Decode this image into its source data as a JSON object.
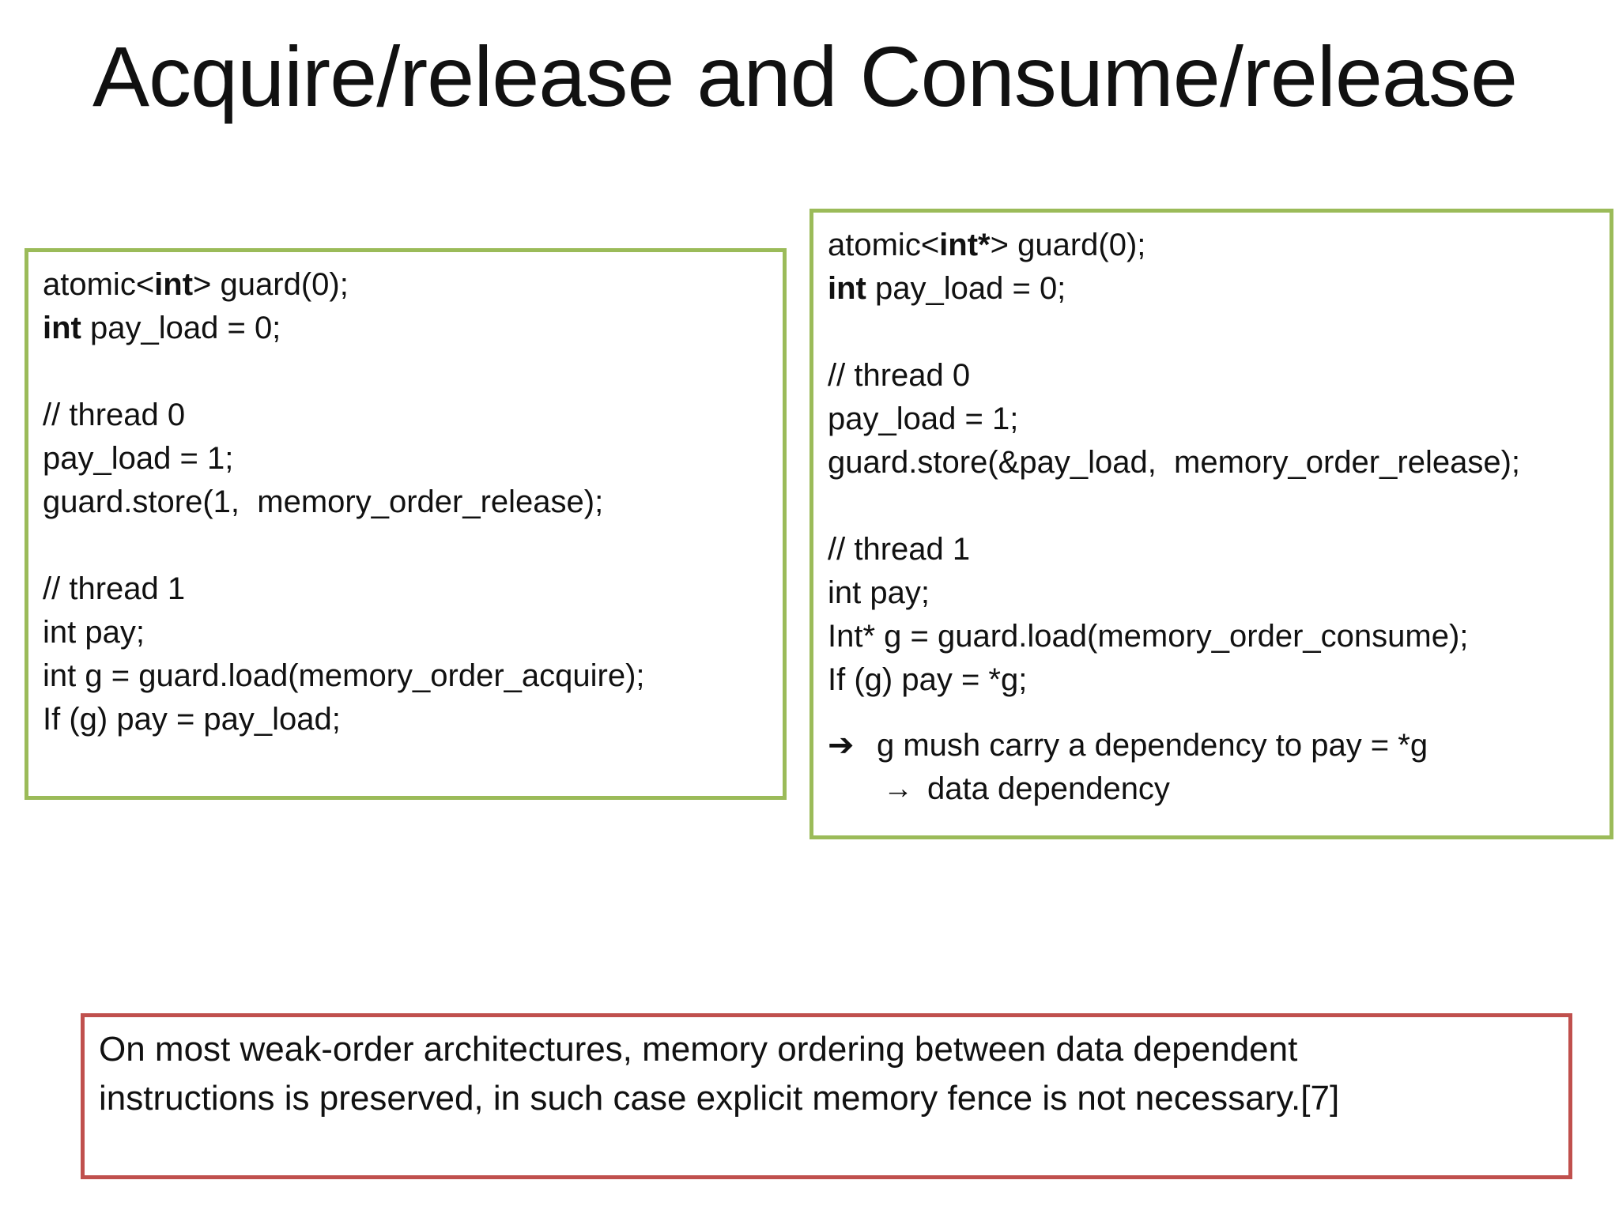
{
  "title": "Acquire/release and Consume/release",
  "left_box": {
    "line1_prefix": "atomic<",
    "line1_kw": "int",
    "line1_suffix": "> guard(0);",
    "line2_kw": "int",
    "line2_rest": " pay_load = 0;",
    "comment_thread0": "// thread 0",
    "t0_line1": "pay_load = 1;",
    "t0_line2": "guard.store(1,  memory_order_release);",
    "comment_thread1": "// thread 1",
    "t1_line1": "int pay;",
    "t1_line2": "int g = guard.load(memory_order_acquire);",
    "t1_line3": "If (g) pay = pay_load;"
  },
  "right_box": {
    "line1_prefix": "atomic<",
    "line1_kw": "int*",
    "line1_suffix": "> guard(0);",
    "line2_kw": "int",
    "line2_rest": " pay_load = 0;",
    "comment_thread0": "// thread 0",
    "t0_line1": "pay_load = 1;",
    "t0_line2": "guard.store(&pay_load,  memory_order_release);",
    "comment_thread1": "// thread 1",
    "t1_line1": "int pay;",
    "t1_line2": "Int* g = guard.load(memory_order_consume);",
    "t1_line3": "If (g) pay = *g;",
    "conclusion_arrow": "➔",
    "conclusion_text": "g mush carry a dependency to pay = *g",
    "sub_arrow": "→",
    "sub_text": "data dependency"
  },
  "note": {
    "line1": "On most weak-order architectures, memory ordering between data dependent",
    "line2": "instructions is preserved, in such case explicit memory fence is not necessary.[7]"
  },
  "colors": {
    "code_box_border": "#9bbb59",
    "note_box_border": "#c0504d"
  }
}
